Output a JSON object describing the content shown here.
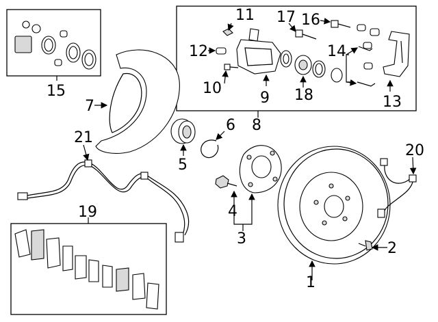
{
  "labels": {
    "1": "1",
    "2": "2",
    "3": "3",
    "4": "4",
    "5": "5",
    "6": "6",
    "7": "7",
    "8": "8",
    "9": "9",
    "10": "10",
    "11": "11",
    "12": "12",
    "13": "13",
    "14": "14",
    "15": "15",
    "16": "16",
    "17": "17",
    "18": "18",
    "19": "19",
    "20": "20",
    "21": "21"
  }
}
